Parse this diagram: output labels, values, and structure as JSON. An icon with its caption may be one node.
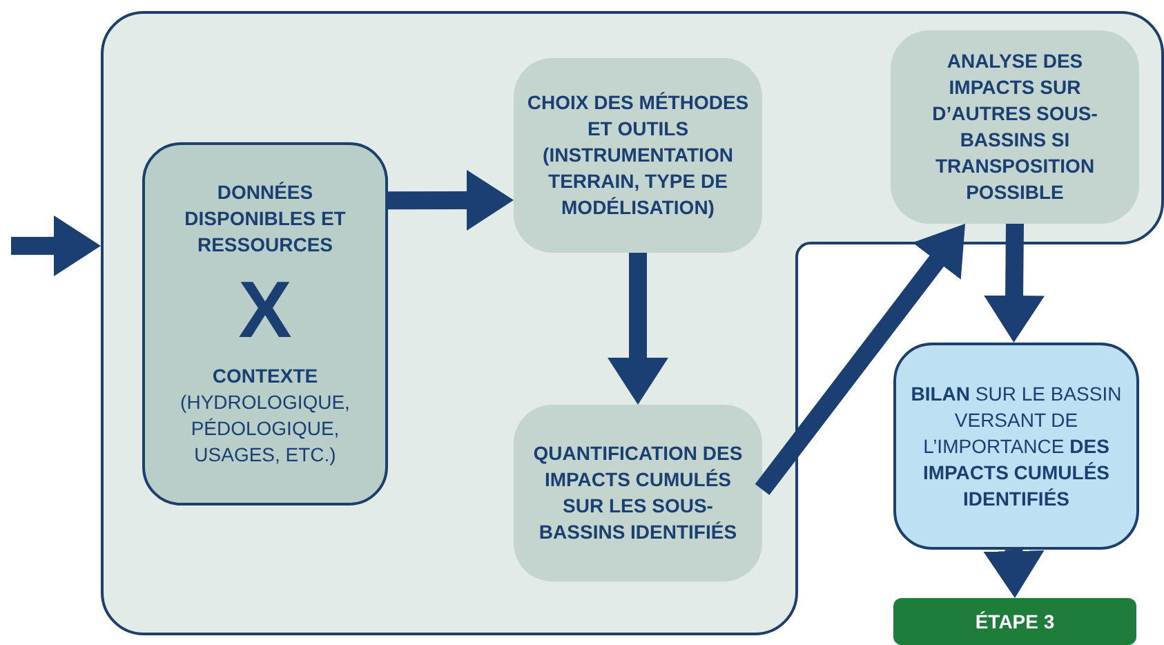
{
  "diagram": {
    "nodes": [
      {
        "text": [],
        "shape": "box"
      },
      {
        "text": [
          "DONNÉES DISPONIBLES ET RESSOURCES",
          "X",
          "CONTEXTE",
          "(HYDROLOGIQUE, PÉDOLOGIQUE, USAGES, ETC.)"
        ],
        "in": 0
      },
      {
        "text": [
          "CHOIX DES MÉTHODES ET OUTILS (INSTRUMENTATION TERRAIN, TYPE DE MODÉLISATION)"
        ],
        "in": 0
      },
      {
        "text": [
          "QUANTIFICATION DES IMPACTS CUMULÉS SUR LES SOUS-BASSINS IDENTIFIÉS"
        ],
        "in": 0
      },
      {
        "text": [
          "ANALYSE DES IMPACTS SUR D’AUTRES SOUS-BASSINS SI TRANSPOSITION POSSIBLE"
        ],
        "in": 0
      },
      {
        "text": [
          "**BILAN** SUR LE BASSIN VERSANT DE L’IMPORTANCE **DES IMPACTS CUMULÉS IDENTIFIÉS**"
        ]
      },
      {
        "text": [
          "ÉTAPE 3"
        ]
      }
    ],
    "edges": [
      {
        "from": null,
        "to": 0,
        "arrow": "to"
      },
      {
        "from": 1,
        "to": 2,
        "arrow": "to"
      },
      {
        "from": 2,
        "to": 3,
        "arrow": "to"
      },
      {
        "from": 3,
        "to": 4,
        "arrow": "to"
      },
      {
        "from": 4,
        "to": 5,
        "arrow": "to"
      },
      {
        "from": 5,
        "to": 6,
        "arrow": "to"
      }
    ]
  }
}
